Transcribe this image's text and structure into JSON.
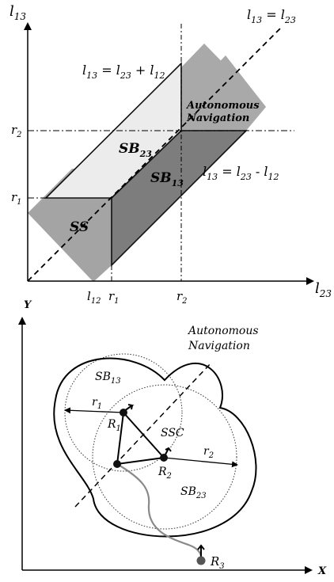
{
  "top_diagram": {
    "axis_y": {
      "base": "l",
      "sub": "13"
    },
    "axis_x": {
      "base": "l",
      "sub": "23"
    },
    "diag_label": {
      "a": "l",
      "a_sub": "13",
      "eq": " = ",
      "b": "l",
      "b_sub": "23"
    },
    "upper_eq": {
      "a": "l",
      "a_sub": "13",
      "eq": " = ",
      "b": "l",
      "b_sub": "23",
      "op": " + ",
      "c": "l",
      "c_sub": "12"
    },
    "lower_eq": {
      "a": "l",
      "a_sub": "13",
      "eq": " = ",
      "b": "l",
      "b_sub": "23",
      "op": " - ",
      "c": "l",
      "c_sub": "12"
    },
    "region_sb23": {
      "base": "SB",
      "sub": "23"
    },
    "region_sb13": {
      "base": "SB",
      "sub": "13"
    },
    "region_ss": "SS",
    "region_autonomous_line1": "Autonomous",
    "region_autonomous_line2": "Navigation",
    "tick_r1_y": {
      "base": "r",
      "sub": "1"
    },
    "tick_r2_y": {
      "base": "r",
      "sub": "2"
    },
    "tick_l12_x": {
      "base": "l",
      "sub": "12"
    },
    "tick_r1_x": {
      "base": "r",
      "sub": "1"
    },
    "tick_r2_x": {
      "base": "r",
      "sub": "2"
    },
    "colors": {
      "light": "#ececec",
      "mid": "#a9a9a9",
      "dark": "#7a7a7a",
      "outline": "#111111"
    }
  },
  "bottom_diagram": {
    "axis_y": "Y",
    "axis_x": "X",
    "autonomous_line1": "Autonomous",
    "autonomous_line2": "Navigation",
    "sb13": {
      "base": "SB",
      "sub": "13"
    },
    "sb23": {
      "base": "SB",
      "sub": "23"
    },
    "ssc": "SSC",
    "r1": {
      "base": "r",
      "sub": "1"
    },
    "r2": {
      "base": "r",
      "sub": "2"
    },
    "R1": {
      "base": "R",
      "sub": "1"
    },
    "R2": {
      "base": "R",
      "sub": "2"
    },
    "R3": {
      "base": "R",
      "sub": "3"
    },
    "colors": {
      "robot": "#111111",
      "robot3": "#555555",
      "path": "#8a8a8a"
    }
  }
}
